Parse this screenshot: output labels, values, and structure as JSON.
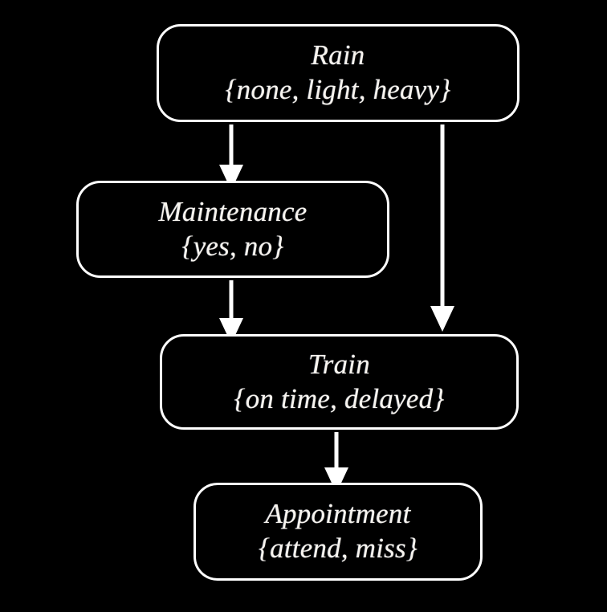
{
  "diagram": {
    "type": "bayesian-network",
    "background_color": "#000000",
    "node_border_color": "#ffffff",
    "text_color": "#f7f4ef",
    "nodes": [
      {
        "id": "rain",
        "title": "Rain",
        "states": "{none, light, heavy}",
        "state_list": [
          "none",
          "light",
          "heavy"
        ]
      },
      {
        "id": "maintenance",
        "title": "Maintenance",
        "states": "{yes, no}",
        "state_list": [
          "yes",
          "no"
        ]
      },
      {
        "id": "train",
        "title": "Train",
        "states": "{on time, delayed}",
        "state_list": [
          "on time",
          "delayed"
        ]
      },
      {
        "id": "appointment",
        "title": "Appointment",
        "states": "{attend, miss}",
        "state_list": [
          "attend",
          "miss"
        ]
      }
    ],
    "edges": [
      {
        "id": "rain-to-maintenance",
        "from": "rain",
        "to": "maintenance"
      },
      {
        "id": "rain-to-train",
        "from": "rain",
        "to": "train"
      },
      {
        "id": "maintenance-to-train",
        "from": "maintenance",
        "to": "train"
      },
      {
        "id": "train-to-appointment",
        "from": "train",
        "to": "appointment"
      }
    ]
  }
}
